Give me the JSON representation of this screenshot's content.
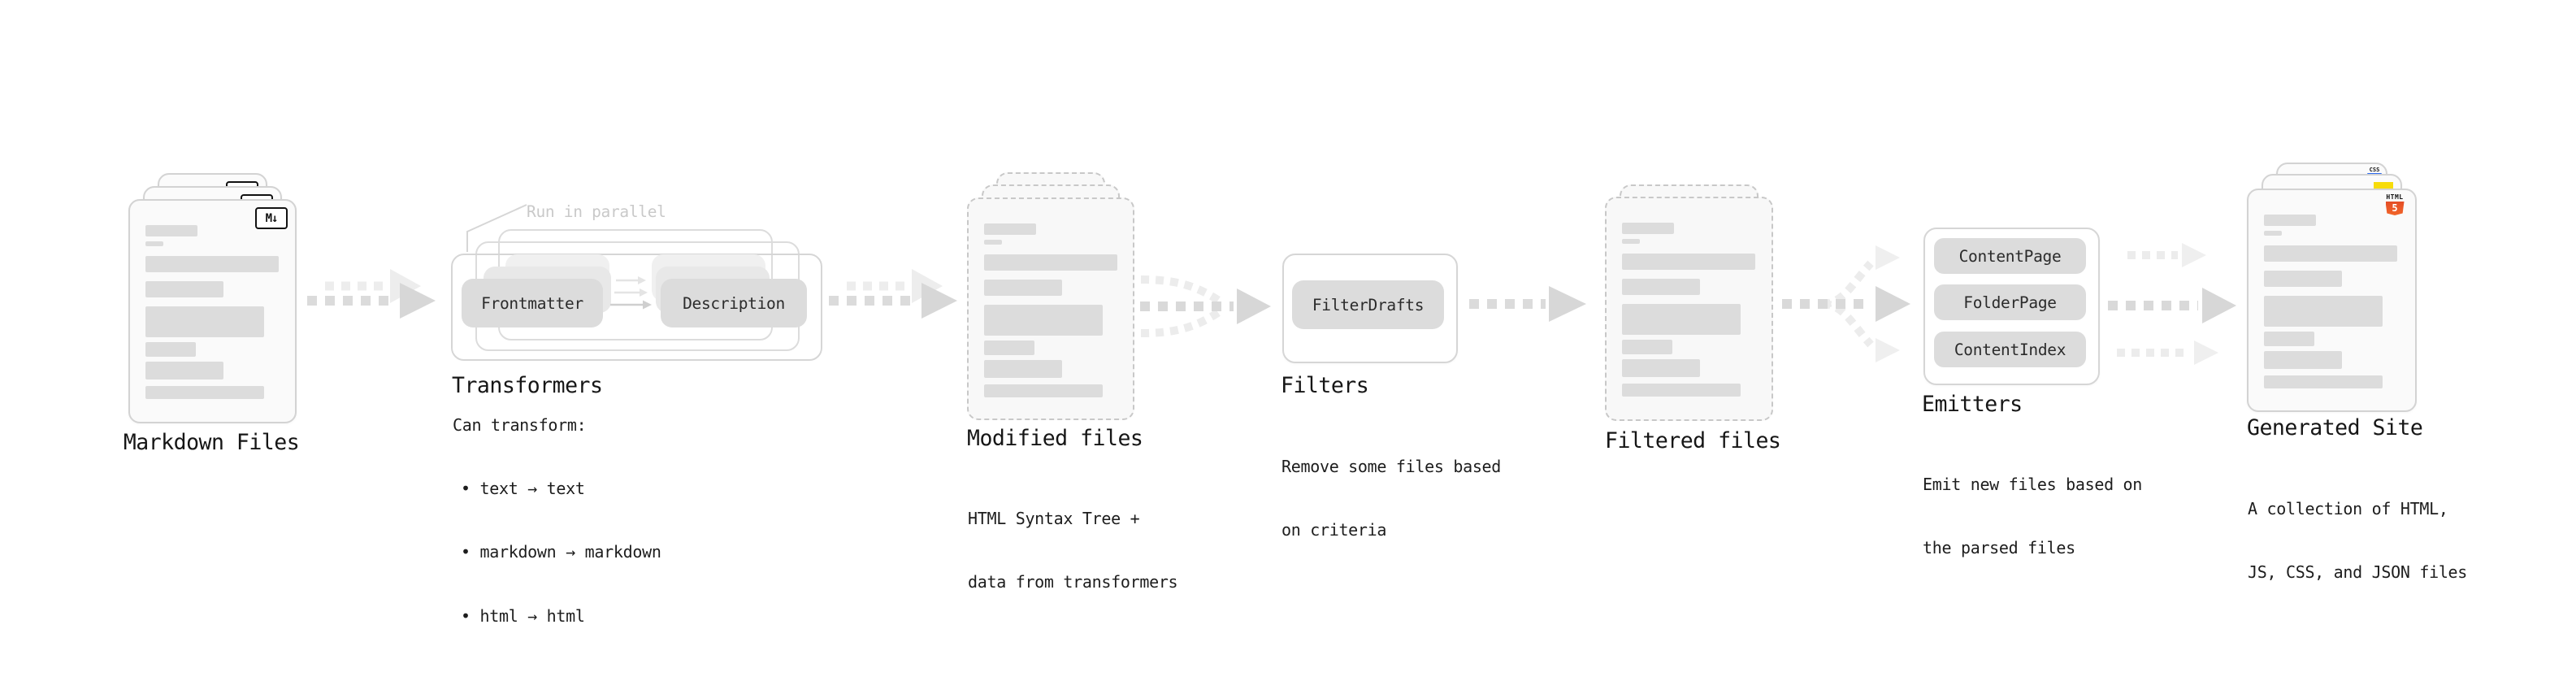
{
  "markdown_files": {
    "label": "Markdown Files",
    "badge": "M↓"
  },
  "transformers": {
    "label": "Transformers",
    "note": "Run in parallel",
    "nodes": [
      "Frontmatter",
      "Description"
    ],
    "desc_title": "Can transform:",
    "bullets": [
      "• text → text",
      "• markdown → markdown",
      "• html → html"
    ]
  },
  "modified_files": {
    "label": "Modified files",
    "desc": [
      "HTML Syntax Tree +",
      "data from transformers"
    ]
  },
  "filters": {
    "label": "Filters",
    "node": "FilterDrafts",
    "desc": [
      "Remove some files based",
      "on criteria"
    ]
  },
  "filtered_files": {
    "label": "Filtered files"
  },
  "emitters": {
    "label": "Emitters",
    "nodes": [
      "ContentPage",
      "FolderPage",
      "ContentIndex"
    ],
    "desc": [
      "Emit new files based on",
      "the parsed files"
    ]
  },
  "generated_site": {
    "label": "Generated Site",
    "badges": {
      "css": "CSS",
      "html_word": "HTML",
      "html_number": "5"
    },
    "desc": [
      "A collection of HTML,",
      "JS, CSS, and JSON files"
    ]
  },
  "colors": {
    "html5_orange": "#e44d26",
    "html5_orange_light": "#f16529",
    "css_blue": "#2d6bf0",
    "js_yellow": "#f7dc0a",
    "arrow_gray": "#dbdbdb",
    "arrow_light": "#ededed",
    "node_gray": "#dcdcdc",
    "note_gray": "#c9c9c9"
  }
}
